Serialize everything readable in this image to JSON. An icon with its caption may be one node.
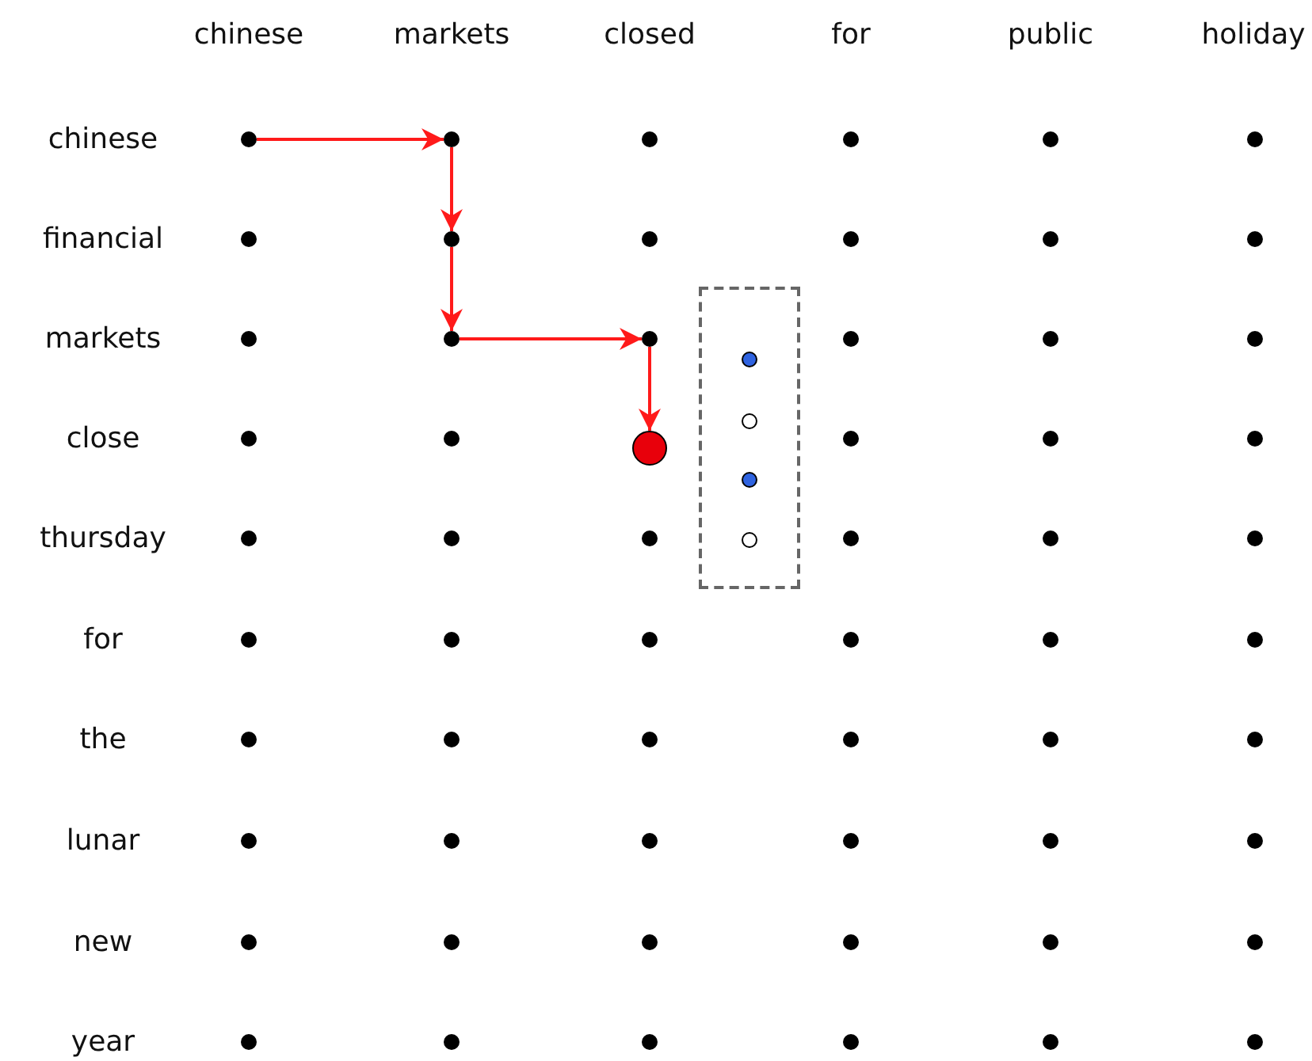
{
  "diagram": {
    "nodes": [
      {
        "text": [],
        "shape": "circle"
      },
      {
        "text": [],
        "shape": "circle"
      },
      {
        "text": [],
        "shape": "circle"
      },
      {
        "text": [],
        "shape": "circle"
      },
      {
        "text": [],
        "shape": "circle"
      },
      {
        "text": [],
        "shape": "circle"
      },
      {
        "text": [],
        "shape": "circle"
      },
      {
        "text": [],
        "shape": "circle"
      },
      {
        "text": [],
        "shape": "circle"
      },
      {
        "text": [],
        "shape": "circle"
      },
      {
        "text": [],
        "shape": "circle"
      },
      {
        "text": [],
        "shape": "circle"
      },
      {
        "text": [],
        "shape": "circle"
      },
      {
        "text": [],
        "shape": "circle"
      },
      {
        "text": [],
        "shape": "circle"
      },
      {
        "text": [],
        "shape": "circle"
      },
      {
        "text": [],
        "shape": "circle"
      },
      {
        "text": [],
        "shape": "circle"
      },
      {
        "text": [],
        "shape": "circle"
      },
      {
        "text": [],
        "shape": "circle"
      },
      {
        "text": [],
        "shape": "circle"
      },
      {
        "text": [],
        "shape": "circle"
      },
      {
        "text": [],
        "shape": "circle"
      },
      {
        "text": [],
        "shape": "circle"
      },
      {
        "text": [],
        "shape": "circle"
      },
      {
        "text": [],
        "shape": "circle"
      },
      {
        "text": [],
        "shape": "circle"
      },
      {
        "text": [],
        "shape": "circle"
      },
      {
        "text": [],
        "shape": "circle"
      },
      {
        "text": [],
        "shape": "circle"
      },
      {
        "text": [],
        "shape": "circle"
      },
      {
        "text": [],
        "shape": "circle"
      },
      {
        "text": [],
        "shape": "circle"
      },
      {
        "text": [],
        "shape": "circle"
      },
      {
        "text": [],
        "shape": "circle"
      },
      {
        "text": [],
        "shape": "circle"
      },
      {
        "text": [],
        "shape": "circle"
      },
      {
        "text": [],
        "shape": "circle"
      },
      {
        "text": [],
        "shape": "circle"
      },
      {
        "text": [],
        "shape": "circle"
      },
      {
        "text": [],
        "shape": "circle"
      },
      {
        "text": [],
        "shape": "circle"
      },
      {
        "text": [],
        "shape": "circle"
      },
      {
        "text": [],
        "shape": "circle"
      },
      {
        "text": [],
        "shape": "circle"
      },
      {
        "text": [],
        "shape": "circle"
      },
      {
        "text": [],
        "shape": "circle"
      },
      {
        "text": [],
        "shape": "circle"
      },
      {
        "text": [],
        "shape": "circle"
      },
      {
        "text": [],
        "shape": "circle"
      },
      {
        "text": [],
        "shape": "circle"
      },
      {
        "text": [],
        "shape": "circle"
      },
      {
        "text": [],
        "shape": "circle"
      },
      {
        "text": [],
        "shape": "circle"
      },
      {
        "text": [],
        "shape": "circle"
      },
      {
        "text": [],
        "shape": "circle"
      },
      {
        "text": [],
        "shape": "circle"
      },
      {
        "text": [],
        "shape": "circle"
      },
      {
        "text": [],
        "shape": "circle"
      },
      {
        "text": [],
        "shape": "circle"
      },
      {
        "text": [],
        "shape": "box"
      },
      {
        "text": [],
        "shape": "circle",
        "in": 60
      },
      {
        "text": [],
        "shape": "circle",
        "in": 60
      },
      {
        "text": [],
        "shape": "circle",
        "in": 60
      },
      {
        "text": [],
        "shape": "circle",
        "in": 60
      }
    ],
    "edges": [
      {
        "from": 0,
        "to": 1,
        "arrow": "to"
      },
      {
        "from": 1,
        "to": 7,
        "arrow": "to"
      },
      {
        "from": 7,
        "to": 13,
        "arrow": "to"
      },
      {
        "from": 13,
        "to": 14,
        "arrow": "to"
      },
      {
        "from": 14,
        "to": 20,
        "arrow": "to"
      }
    ],
    "labels": [
      "chinese",
      "markets",
      "closed",
      "for",
      "public",
      "holiday",
      "chinese",
      "financial",
      "markets",
      "close",
      "thursday",
      "for",
      "the",
      "lunar",
      "new",
      "year"
    ]
  }
}
